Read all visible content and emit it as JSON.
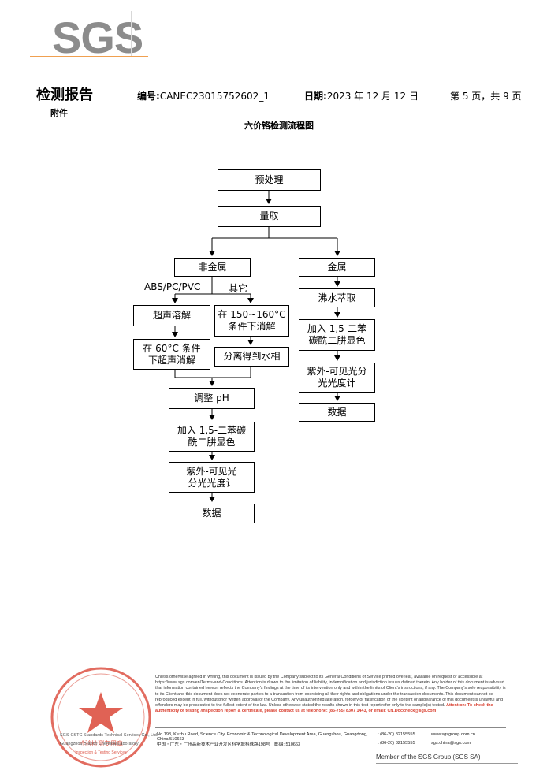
{
  "logo": "SGS",
  "header": {
    "title": "检测报告",
    "number_label": "编号:",
    "number_value": "CANEC23015752602_1",
    "date_label": "日期:",
    "date_value": "2023 年 12 月 12 日",
    "page": "第 5 页，共 9 页",
    "appendix": "附件"
  },
  "flow": {
    "title": "六价铬检测流程图",
    "pretreat": "预处理",
    "measure": "量取",
    "nonmetal": "非金属",
    "metal": "金属",
    "abs_label": "ABS/PC/PVC",
    "other_label": "其它",
    "ultrasonic": "超声溶解",
    "digest_temp_1": "在 150~160°C",
    "digest_temp_2": "条件下消解",
    "ultra_60_1": "在 60°C 条件",
    "ultra_60_2": "下超声消解",
    "separate": "分离得到水相",
    "adjust_ph": "调整 pH",
    "add_dpc_1": "加入 1,5-二苯碳",
    "add_dpc_2": "酰二肼显色",
    "uv_1": "紫外-可见光",
    "uv_2": "分光光度计",
    "data": "数据",
    "boil": "沸水萃取",
    "m_add_dpc_1": "加入 1,5-二苯",
    "m_add_dpc_2": "碳酰二肼显色",
    "m_uv_1": "紫外-可见光分",
    "m_uv_2": "光光度计",
    "m_data": "数据"
  },
  "footer": {
    "disclaimer_main": "Unless otherwise agreed in writing, this document is issued by the Company subject to its General Conditions of Service printed overleaf, available on request or accessible at https://www.sgs.com/en/Terms-and-Conditions. Attention is drawn to the limitation of liability, indemnification and jurisdiction issues defined therein. Any holder of this document is advised that information contained hereon reflects the Company's findings at the time of its intervention only and within the limits of Client's instructions, if any. The Company's sole responsibility is to its Client and this document does not exonerate parties to a transaction from exercising all their rights and obligations under the transaction documents. This document cannot be reproduced except in full, without prior written approval of the Company. Any unauthorized alteration, forgery or falsification of the content or appearance of this document is unlawful and offenders may be prosecuted to the fullest extent of the law. Unless otherwise stated the results shown in this test report refer only to the sample(s) tested.",
    "disclaimer_attn": "Attention: To check the authenticity of testing /inspection report & certificate, please contact us at telephone: (86-755) 8307 1443, or email: CN.Doccheck@sgs.com",
    "addr_en": "No.198, Kezhu Road, Science City, Economic & Technological Development Area, Guangzhou, Guangdong, China 510663",
    "addr_cn": "中国・广东・广州高新技术产业开发区科学城科珠路198号　邮编: 510663",
    "tel_1": "t (86-20) 82155555",
    "tel_2": "t (86-20) 82155555",
    "web_1": "www.sgsgroup.com.cn",
    "web_2": "sgs.china@sgs.com",
    "company_en": "SGS-CSTC Standards Technical Services Co., Ltd.",
    "company_branch": "Guangzhou Branch Chemical Laboratory",
    "stamp_text": "检验检测专用章",
    "stamp_en": "Inspection & Testing Services",
    "member": "Member of the SGS Group (SGS SA)"
  },
  "colors": {
    "logo": "#8c8c8c",
    "stamp": "#d83b2b",
    "accent": "#f0a050"
  }
}
